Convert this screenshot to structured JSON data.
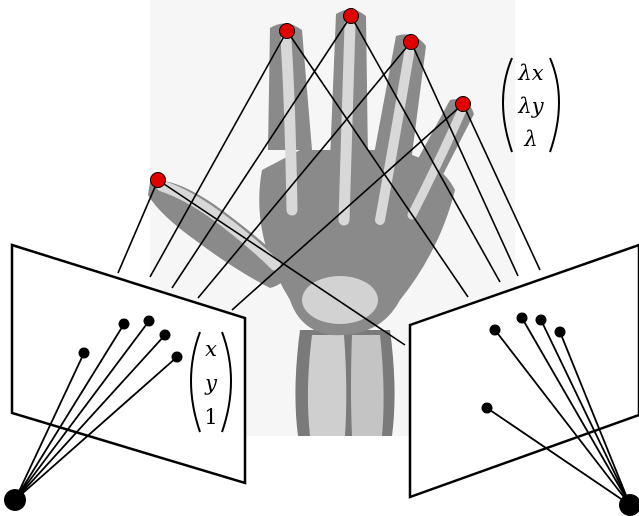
{
  "figure": {
    "description_free": true,
    "colors": {
      "background": "#ffffff",
      "xray_background": "#f6f6f6",
      "bone": "#d9d9d9",
      "soft_tissue": "#8f8f8f",
      "marker": "#e00000",
      "ink": "#000000"
    },
    "homogeneous_world": {
      "row1": "λx",
      "row2": "λy",
      "row3": "λ"
    },
    "homogeneous_image": {
      "row1": "x",
      "row2": "y",
      "row3": "1"
    },
    "markers_count": 5,
    "cameras_count": 2
  }
}
